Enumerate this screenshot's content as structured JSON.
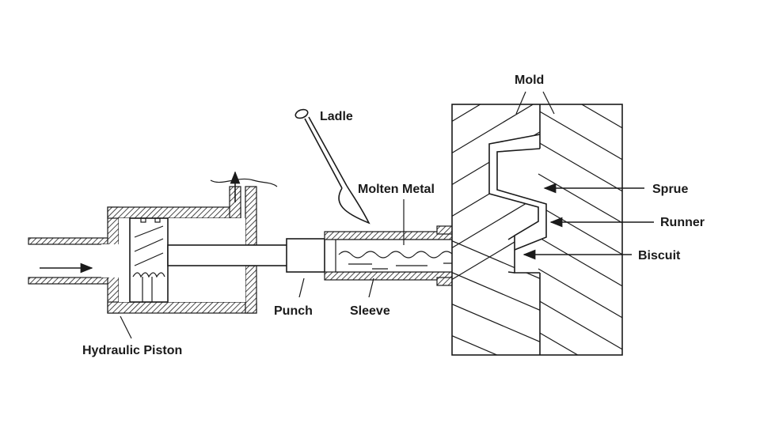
{
  "diagram": {
    "labels": {
      "mold": "Mold",
      "ladle": "Ladle",
      "molten_metal": "Molten Metal",
      "sprue": "Sprue",
      "runner": "Runner",
      "biscuit": "Biscuit",
      "punch": "Punch",
      "sleeve": "Sleeve",
      "hydraulic_piston": "Hydraulic Piston"
    }
  }
}
